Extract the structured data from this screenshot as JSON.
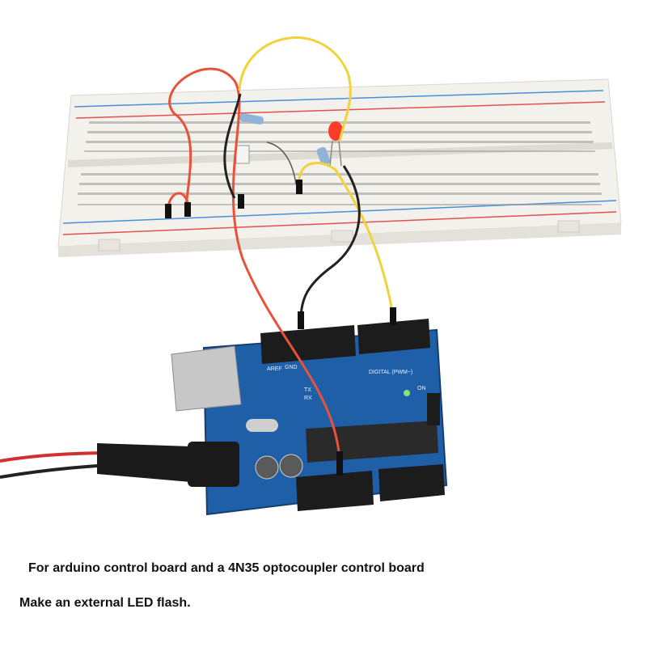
{
  "captions": {
    "line1": "For arduino control board and a 4N35 optocoupler control board",
    "line2": "Make an external LED flash."
  },
  "board_markings": {
    "digital": "DIGITAL (PWM~)",
    "on": "ON",
    "aref": "AREF",
    "gnd": "GND",
    "tx": "TX",
    "rx": "RX"
  },
  "colors": {
    "board": "#1f5fa8",
    "breadboard": "#f3f1ec",
    "wire_red": "#e8523a",
    "wire_yellow": "#f2d23a",
    "wire_black": "#222222",
    "led": "#ff3b2a"
  }
}
